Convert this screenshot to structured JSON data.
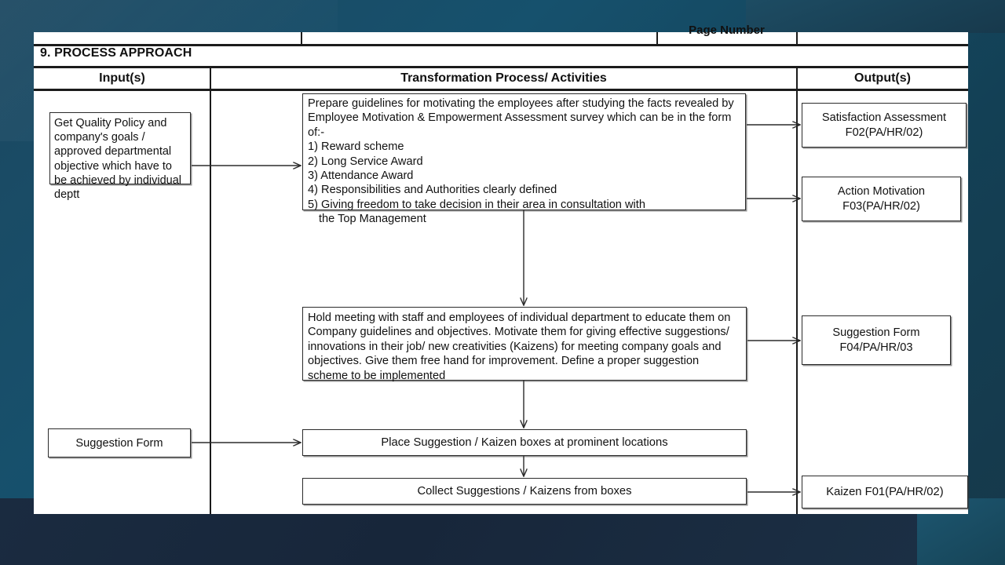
{
  "document": {
    "header": {
      "page_number_label": "Page Number"
    },
    "title": "9. PROCESS APPROACH",
    "columns": {
      "input": "Input(s)",
      "process": "Transformation Process/ Activities",
      "output": "Output(s)"
    }
  },
  "inputs": [
    {
      "id": "input-1",
      "text": "Get Quality Policy and company's goals / approved departmental objective which have to be achieved by individual deptt"
    },
    {
      "id": "input-2",
      "text": "Suggestion Form"
    }
  ],
  "process": [
    {
      "id": "process-1",
      "intro": "Prepare guidelines for motivating the employees after studying the facts revealed by Employee Motivation & Empowerment Assessment survey which can be in the form of:-",
      "items": [
        "1) Reward scheme",
        "2) Long Service Award",
        "3) Attendance Award",
        "4) Responsibilities and Authorities clearly defined",
        "5) Giving freedom to take decision in their area in consultation with",
        "the Top Management"
      ]
    },
    {
      "id": "process-2",
      "text": "Hold meeting with staff and employees of individual department to educate them on Company guidelines and objectives.  Motivate them for giving effective suggestions/ innovations in their job/ new creativities (Kaizens) for meeting company goals and objectives. Give them free hand for improvement. Define a proper suggestion scheme to be implemented"
    },
    {
      "id": "process-3",
      "text": "Place Suggestion / Kaizen boxes at prominent locations"
    },
    {
      "id": "process-4",
      "text": "Collect Suggestions / Kaizens from boxes"
    }
  ],
  "outputs": [
    {
      "id": "output-1",
      "line1": "Satisfaction Assessment",
      "line2": "F02(PA/HR/02)"
    },
    {
      "id": "output-2",
      "line1": "Action Motivation",
      "line2": "F03(PA/HR/02)"
    },
    {
      "id": "output-3",
      "line1": "Suggestion Form",
      "line2": "F04/PA/HR/03"
    },
    {
      "id": "output-4",
      "line1": "Kaizen F01(PA/HR/02)",
      "line2": ""
    }
  ],
  "colors": {
    "background_teal": "#16516d",
    "background_navy": "#17263a",
    "sheet": "#ffffff",
    "ink": "#111111",
    "rule": "#1b1b1b"
  }
}
